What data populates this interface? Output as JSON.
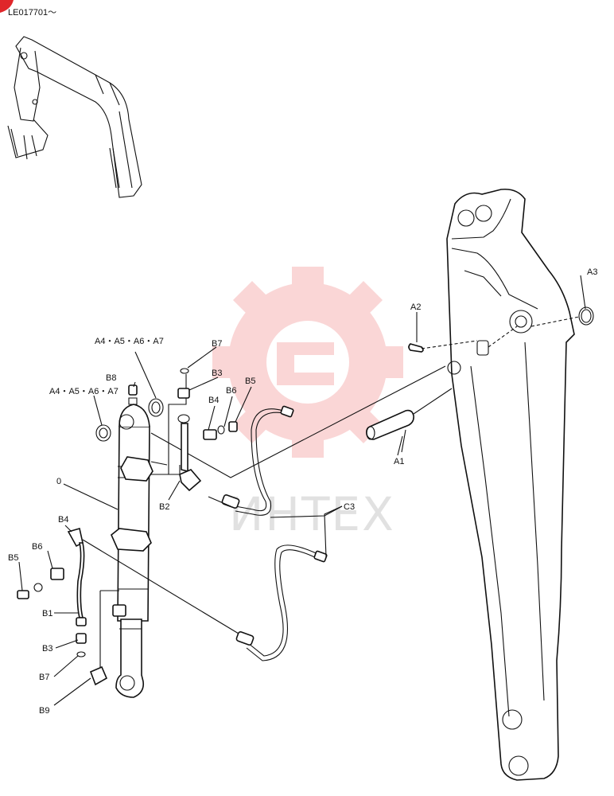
{
  "header": {
    "code": "LE017701～"
  },
  "watermark": {
    "text": "ИНТЕХ",
    "color": "#e94b4b"
  },
  "labels": {
    "a1": "A1",
    "a2": "A2",
    "a3": "A3",
    "a4_group_upper": "A4・A5・A6・A7",
    "a4_group_lower": "A4・A5・A6・A7",
    "b1": "B1",
    "b2": "B2",
    "b3_upper": "B3",
    "b3_lower": "B3",
    "b4_upper": "B4",
    "b4_lower": "B4",
    "b5_upper": "B5",
    "b5_lower": "B5",
    "b6_upper": "B6",
    "b6_lower": "B6",
    "b7_upper": "B7",
    "b7_lower": "B7",
    "b8": "B8",
    "b9": "B9",
    "c3": "C3",
    "zero": "0"
  }
}
